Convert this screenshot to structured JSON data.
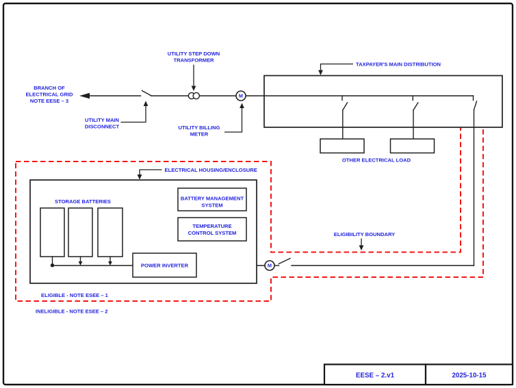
{
  "colors": {
    "label_blue": "#2222dd",
    "boundary_red": "#f31414",
    "line_black": "#1f1f1f",
    "background": "#ffffff"
  },
  "labels": {
    "branch_of_grid": [
      "BRANCH OF",
      "ELECTRICAL GRID",
      "NOTE EESE – 3"
    ],
    "step_down_transformer": [
      "UTILITY STEP DOWN",
      "TRANSFORMER"
    ],
    "utility_main_disconnect": [
      "UTILITY MAIN",
      "DISCONNECT"
    ],
    "utility_billing_meter": [
      "UTILITY BILLING",
      "METER"
    ],
    "taxpayers_main_distribution": "TAXPAYER'S MAIN DISTRIBUTION",
    "other_electrical_load": "OTHER ELECTRICAL LOAD",
    "electrical_housing": "ELECTRICAL HOUSING/ENCLOSURE",
    "storage_batteries": "STORAGE BATTERIES",
    "battery_management": [
      "BATTERY MANAGEMENT",
      "SYSTEM"
    ],
    "temperature_control": [
      "TEMPERATURE",
      "CONTROL SYSTEM"
    ],
    "power_inverter": "POWER INVERTER",
    "eligibility_boundary": "ELIGIBILITY BOUNDARY",
    "eligible_note": "ELIGIBLE - NOTE ESEE – 1",
    "ineligible_note": "INELIGIBLE - NOTE ESEE – 2",
    "meter_symbol": "M"
  },
  "title_block": {
    "document_id": "EESE – 2.v1",
    "date": "2025-10-15"
  }
}
